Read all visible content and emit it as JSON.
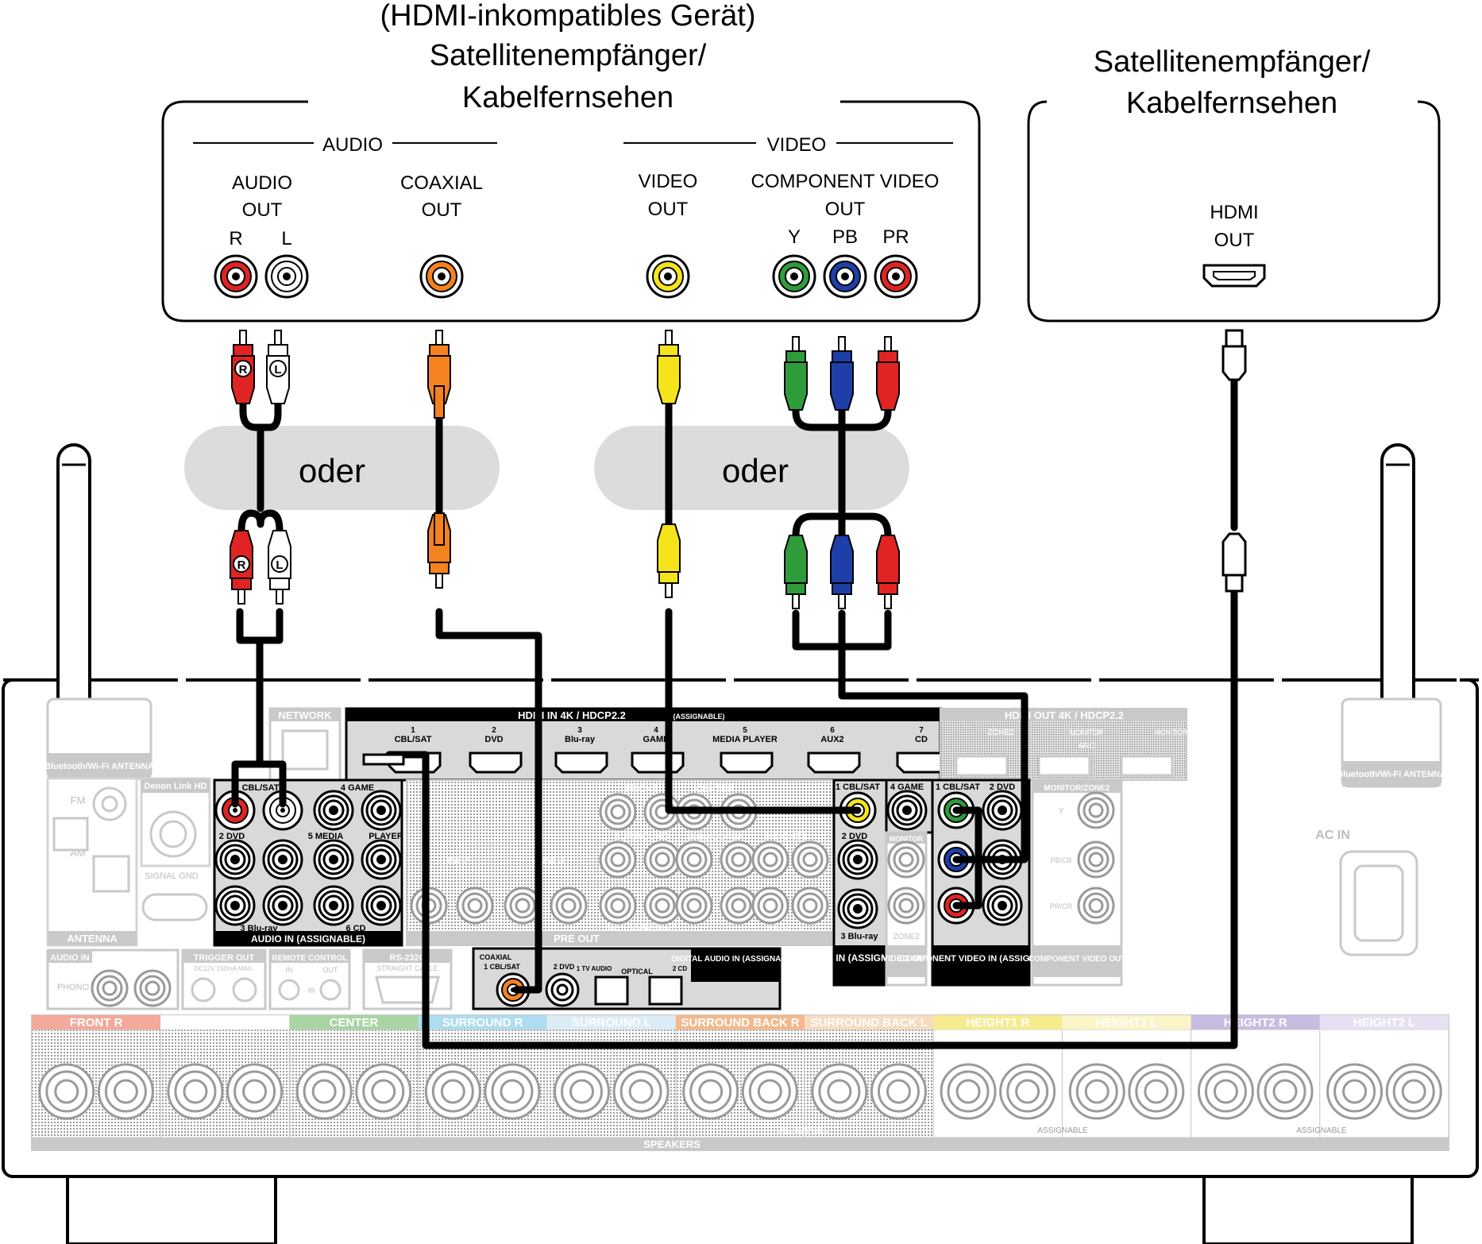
{
  "source_device": {
    "title_note": "(HDMI-inkompatibles Gerät)",
    "title_line1": "Satellitenempfänger/",
    "title_line2": "Kabelfernsehen",
    "audio_group_label": "AUDIO",
    "video_group_label": "VIDEO",
    "audio_out_line1": "AUDIO",
    "audio_out_line2": "OUT",
    "jack_r": "R",
    "jack_l": "L",
    "coaxial_out_line1": "COAXIAL",
    "coaxial_out_line2": "OUT",
    "video_out_line1": "VIDEO",
    "video_out_line2": "OUT",
    "component_line1": "COMPONENT VIDEO",
    "component_line2": "OUT",
    "jack_y": "Y",
    "jack_pb": "PB",
    "jack_pr": "PR"
  },
  "hdmi_device": {
    "title_line1": "Satellitenempfänger/",
    "title_line2": "Kabelfernsehen",
    "hdmi_line1": "HDMI",
    "hdmi_line2": "OUT"
  },
  "oder_left": "oder",
  "oder_right": "oder",
  "plug_r": "R",
  "plug_l": "L",
  "receiver": {
    "network": "NETWORK",
    "bt_antenna_left": "Bluetooth/Wi-Fi ANTENNA",
    "bt_antenna_right": "Bluetooth/Wi-Fi ANTENNA",
    "antenna": "ANTENNA",
    "fm": "FM",
    "am": "AM",
    "denon_link": "Denon Link HD",
    "signal_gnd": "SIGNAL GND",
    "hdmi_in_header": "HDMI IN 4K / HDCP2.2",
    "hdmi_in_assignable": "(ASSIGNABLE)",
    "hdmi_inputs": [
      "1 CBL/SAT",
      "2 DVD",
      "3 Blu-ray",
      "4 GAME",
      "5 MEDIA PLAYER",
      "6 AUX2",
      "7 CD"
    ],
    "hdmi_out_header": "HDMI OUT 4K / HDCP2.2",
    "hdmi_out_zone2": "ZONE2",
    "hdmi_out_monitor": "MONITOR",
    "hdmi_out_arc": "ARC",
    "audio_in_cblsat": "CBL/SAT",
    "audio_in_game": "4 GAME",
    "audio_in_dvd": "2 DVD",
    "audio_in_media": "5 MEDIA",
    "audio_in_player": "PLAYER",
    "audio_in_bluray": "3 Blu-ray",
    "audio_in_cd": "6 CD",
    "audio_in_footer": "AUDIO IN (ASSIGNABLE)",
    "preout_front": "FRONT",
    "preout_center": "CENTER",
    "preout_surround": "SURROUND",
    "preout_subwoofer": "SUBWOOFER",
    "preout_height1": "HEIGHT1",
    "preout_zone2": "ZONE2",
    "preout_zone3": "ZONE3",
    "preout_surround_back": "SURROUND BACK",
    "preout_height2": "HEIGHT2",
    "preout_footer": "PRE OUT",
    "video_in_cblsat": "1 CBL/SAT",
    "video_in_game": "4 GAME",
    "video_in_dvd": "2 DVD",
    "video_in_bluray": "3 Blu-ray",
    "video_in_footer": "VIDEO IN (ASSIGNABLE)",
    "video_monitor": "MONITOR",
    "video_zone2": "ZONE2",
    "video_out_label": "VIDEO OUT",
    "comp_cblsat": "1 CBL/SAT",
    "comp_dvd": "2 DVD",
    "comp_footer": "COMPONENT VIDEO IN (ASSIGNABLE)",
    "comp_out_header": "MONITOR/ZONE2",
    "comp_out_y": "Y",
    "comp_out_pb": "PB/CB",
    "comp_out_pr": "PR/CR",
    "comp_out_footer": "COMPONENT VIDEO OUT",
    "ac_in": "AC IN",
    "phono_audio": "AUDIO IN",
    "phono": "PHONO",
    "trigger_out": "TRIGGER OUT",
    "trigger_spec": "DC12V 150mA MAX.",
    "remote_control": "REMOTE CONTROL",
    "remote_in": "IN",
    "remote_out": "OUT",
    "remote_ir": "IR",
    "rs232c": "RS-232C",
    "rs232c_sub": "STRAIGHT CABLE",
    "digital_coaxial": "COAXIAL",
    "digital_cblsat": "1 CBL/SAT",
    "digital_dvd": "2 DVD",
    "digital_tv": "1 TV AUDIO",
    "digital_optical": "OPTICAL",
    "digital_cd": "2 CD",
    "digital_footer": "DIGITAL AUDIO IN (ASSIGNABLE)",
    "speakers_label": "SPEAKERS",
    "assignable": "ASSIGNABLE",
    "speaker_groups": [
      {
        "label": "FRONT R",
        "color": "#f4a99a"
      },
      {
        "label": "FRONT L",
        "color": "#ffffff"
      },
      {
        "label": "CENTER",
        "color": "#a8d5a3"
      },
      {
        "label": "SURROUND R",
        "color": "#aedcf0"
      },
      {
        "label": "SURROUND L",
        "color": "#dcecf6"
      },
      {
        "label": "SURROUND BACK R",
        "color": "#f3b98c"
      },
      {
        "label": "SURROUND BACK L",
        "color": "#f7dcc0"
      },
      {
        "label": "HEIGHT1 R",
        "color": "#f6ec8e"
      },
      {
        "label": "HEIGHT1 L",
        "color": "#faf4c8"
      },
      {
        "label": "HEIGHT2 R",
        "color": "#c8bce0"
      },
      {
        "label": "HEIGHT2 L",
        "color": "#e6e0f2"
      }
    ]
  },
  "colors": {
    "red": "#e02424",
    "white": "#ffffff",
    "orange": "#f4821e",
    "yellow": "#f5e41c",
    "green": "#2f9b3a",
    "blue": "#1e3fa8",
    "cable": "#000000",
    "panel_gray": "#d9d9d9"
  }
}
